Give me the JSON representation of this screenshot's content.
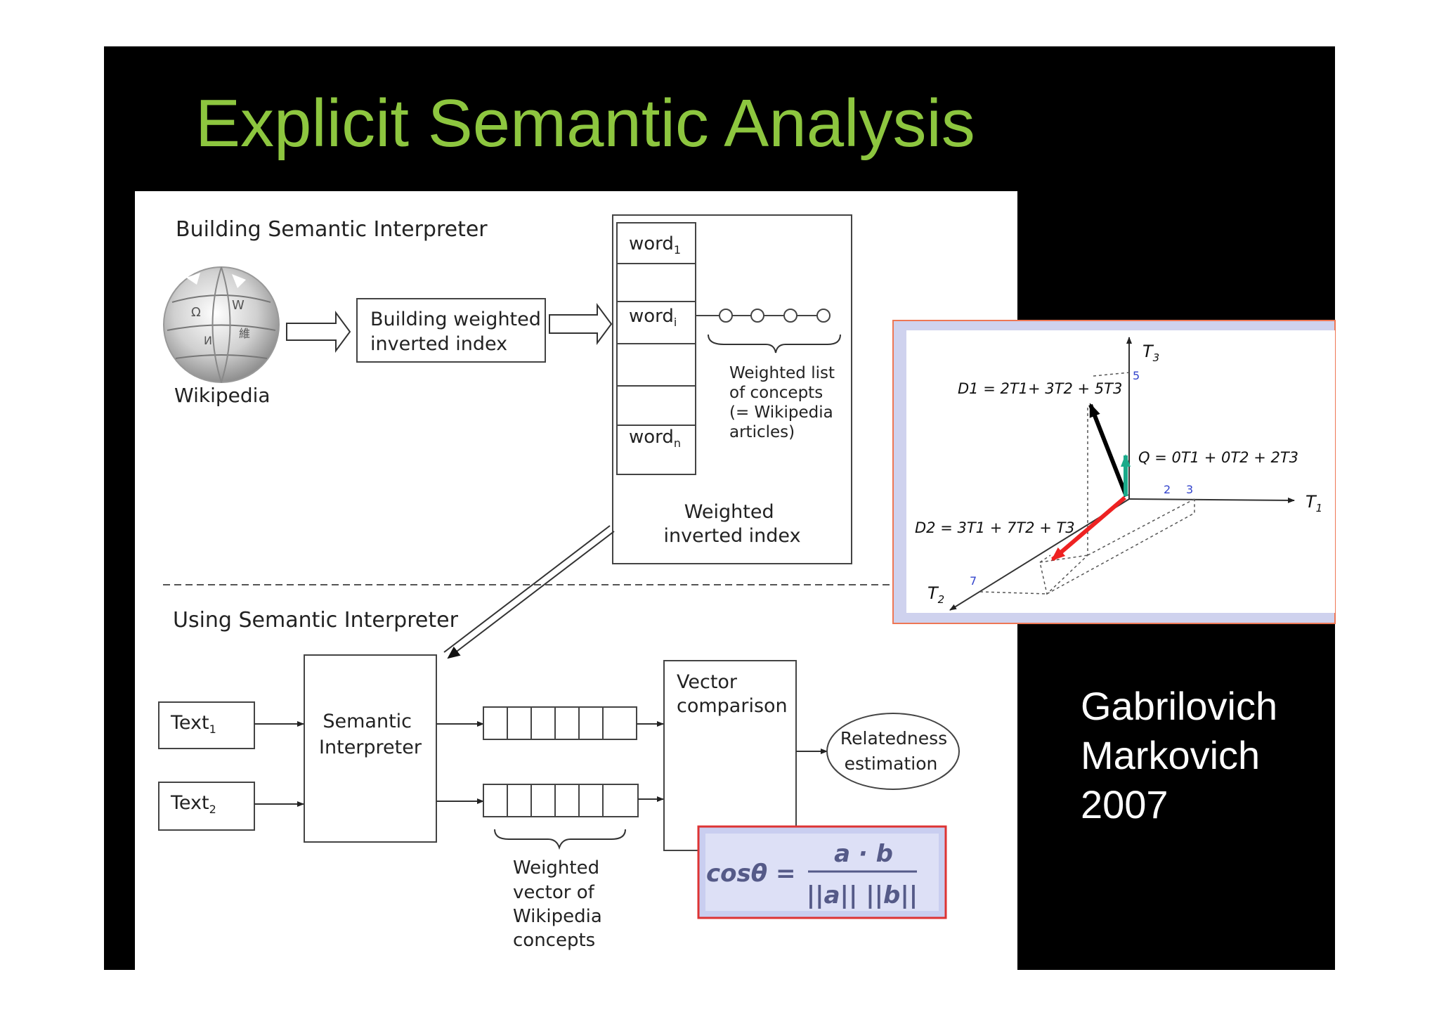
{
  "slide": {
    "title": "Explicit Semantic Analysis",
    "authors": [
      "Gabrilovich",
      "Markovich",
      "2007"
    ]
  },
  "building": {
    "heading": "Building Semantic Interpreter",
    "wikipedia_label": "Wikipedia",
    "process_box": [
      "Building weighted",
      "inverted index"
    ],
    "index_words": [
      {
        "base": "word",
        "sub": "1"
      },
      {
        "base": "word",
        "sub": "i"
      },
      {
        "base": "word",
        "sub": "n"
      }
    ],
    "concepts_note": [
      "Weighted list",
      "of concepts",
      "(= Wikipedia",
      "articles)"
    ],
    "index_caption": [
      "Weighted",
      "inverted index"
    ]
  },
  "using": {
    "heading": "Using Semantic Interpreter",
    "texts": [
      {
        "base": "Text",
        "sub": "1"
      },
      {
        "base": "Text",
        "sub": "2"
      }
    ],
    "interpreter_label": [
      "Semantic",
      "Interpreter"
    ],
    "vector_caption": [
      "Weighted",
      "vector of",
      "Wikipedia",
      "concepts"
    ],
    "comparison_label": [
      "Vector",
      "comparison"
    ],
    "relatedness_label": [
      "Relatedness",
      "estimation"
    ]
  },
  "formula": {
    "lhs": "cosθ =",
    "numerator": "a · b",
    "denominator": "||a|| ||b||"
  },
  "vector_space": {
    "axes": [
      "T1",
      "T2",
      "T3"
    ],
    "d1": "D1 = 2T1+ 3T2 + 5T3",
    "q": "Q = 0T1 + 0T2 + 2T3",
    "d2": "D2 = 3T1 + 7T2 + T3",
    "ticks": [
      "5",
      "2",
      "3",
      "7"
    ],
    "colors": {
      "d1": "#000000",
      "q": "#1aaa8a",
      "d2": "#ee2222",
      "ticks": "#3344cc",
      "frame": "#ee7755"
    }
  }
}
